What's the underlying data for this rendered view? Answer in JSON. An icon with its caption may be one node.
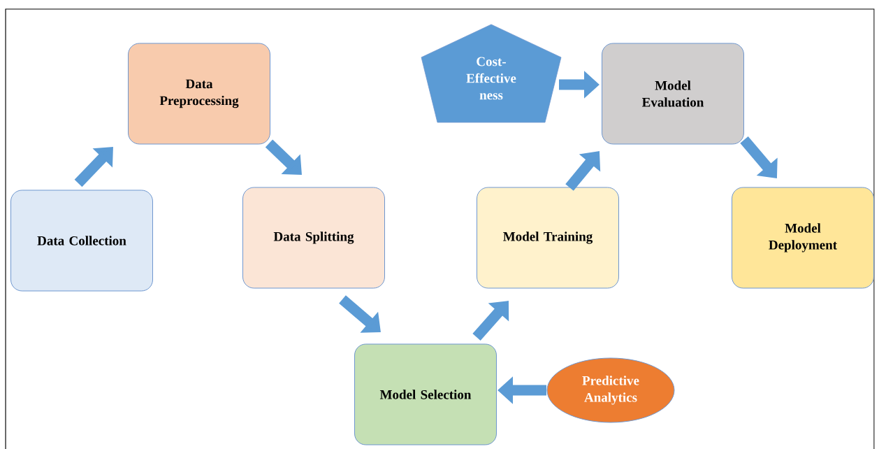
{
  "diagram": {
    "nodes": [
      {
        "text": [
          "Data Collection"
        ]
      },
      {
        "text": [
          "Data Preprocessing"
        ]
      },
      {
        "text": [
          "Data Splitting"
        ]
      },
      {
        "text": [
          "Model Selection"
        ]
      },
      {
        "text": [
          "Model Training"
        ]
      },
      {
        "text": [
          "Model Evaluation"
        ]
      },
      {
        "text": [
          "Model Deployment"
        ]
      },
      {
        "text": [
          "Cost-Effective ness"
        ]
      },
      {
        "text": [
          "Predictive Analytics"
        ]
      }
    ],
    "edges": [
      {
        "from": 0,
        "to": 1,
        "arrow": "to"
      },
      {
        "from": 1,
        "to": 2,
        "arrow": "to"
      },
      {
        "from": 2,
        "to": 3,
        "arrow": "to"
      },
      {
        "from": 3,
        "to": 4,
        "arrow": "to"
      },
      {
        "from": 4,
        "to": 5,
        "arrow": "to"
      },
      {
        "from": 5,
        "to": 6,
        "arrow": "to"
      },
      {
        "from": 7,
        "to": 5,
        "arrow": "to"
      },
      {
        "from": 8,
        "to": 3,
        "arrow": "to"
      }
    ]
  }
}
